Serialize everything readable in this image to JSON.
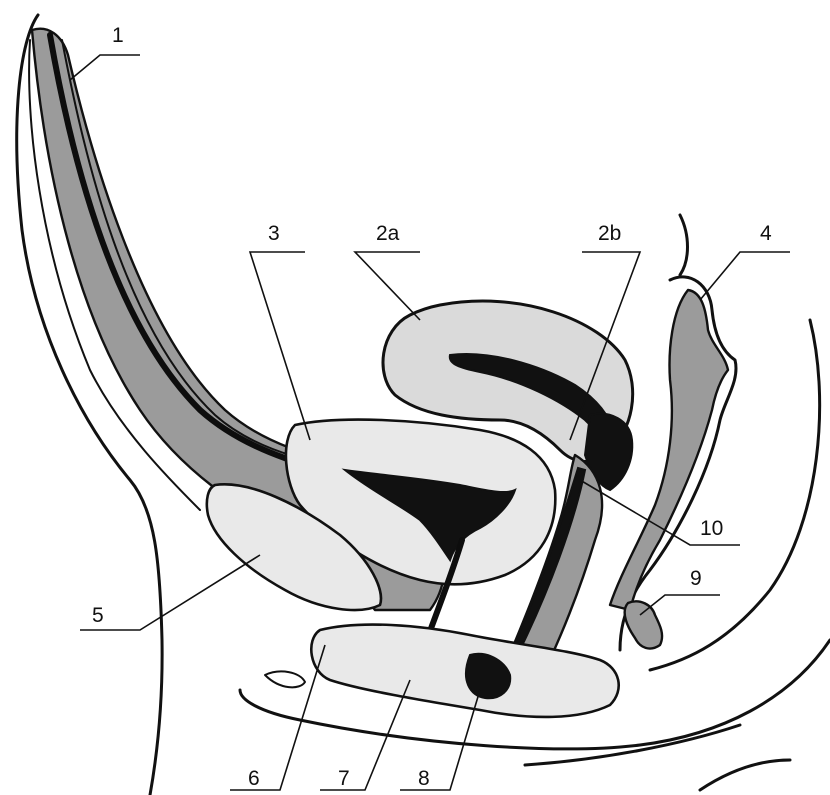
{
  "labels": {
    "l1": "1",
    "l2a": "2a",
    "l2b": "2b",
    "l3": "3",
    "l4": "4",
    "l5": "5",
    "l6": "6",
    "l7": "7",
    "l8": "8",
    "l9": "9",
    "l10": "10"
  }
}
